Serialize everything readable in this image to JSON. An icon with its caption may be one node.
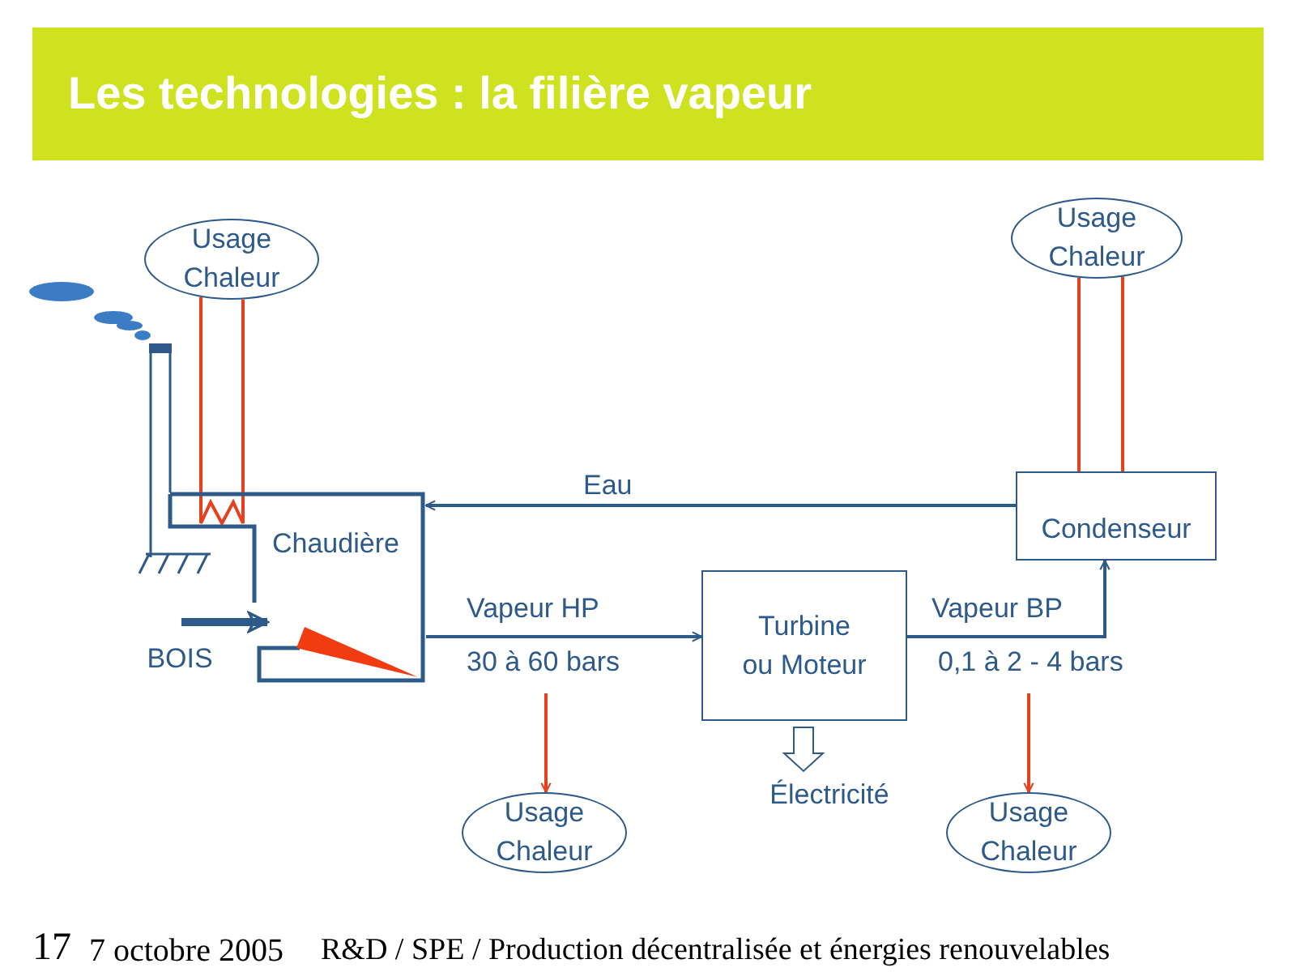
{
  "diagram": {
    "title": "Les technologies : la filière vapeur",
    "nodes": [
      {
        "text": [
          "Usage Chaleur"
        ]
      },
      {
        "text": [
          "Chaudière"
        ]
      },
      {
        "text": [
          "Usage Chaleur"
        ]
      },
      {
        "text": [
          "Condenseur"
        ]
      },
      {
        "text": [
          "Turbine ou Moteur"
        ]
      },
      {
        "text": [
          "Usage Chaleur"
        ]
      },
      {
        "text": [
          "Usage Chaleur"
        ]
      },
      {
        "text": [
          "Électricité"
        ]
      },
      {
        "text": [
          "BOIS"
        ]
      }
    ],
    "edges": [
      {
        "from": 0,
        "to": 1,
        "arrow": "none"
      },
      {
        "from": 0,
        "to": 1,
        "arrow": "none"
      },
      {
        "from": 2,
        "to": 3,
        "arrow": "none"
      },
      {
        "from": 2,
        "to": 3,
        "arrow": "none"
      },
      {
        "from": 3,
        "to": 1,
        "arrow": "to",
        "label": "Eau",
        "color": "#2e5a8a"
      },
      {
        "from": 1,
        "to": 4,
        "arrow": "to",
        "label": "Vapeur HP",
        "color": "#2e5a8a"
      },
      {
        "from": 4,
        "to": 3,
        "arrow": "to",
        "label": "Vapeur BP",
        "color": "#2e5a8a"
      },
      {
        "from": null,
        "to": 5,
        "arrow": "to"
      },
      {
        "from": null,
        "to": 6,
        "arrow": "to"
      },
      {
        "from": 4,
        "to": 7,
        "arrow": "to",
        "color": "#2e5a8a"
      },
      {
        "from": 8,
        "to": 1,
        "arrow": "to",
        "style": "thick",
        "color": "#2e5a8a"
      }
    ],
    "labels": [
      "30 à 60 bars",
      "0,1 à 2 - 4 bars",
      "17",
      "7 octobre 2005",
      "R&D / SPE / Production décentralisée et énergies renouvelables"
    ]
  }
}
